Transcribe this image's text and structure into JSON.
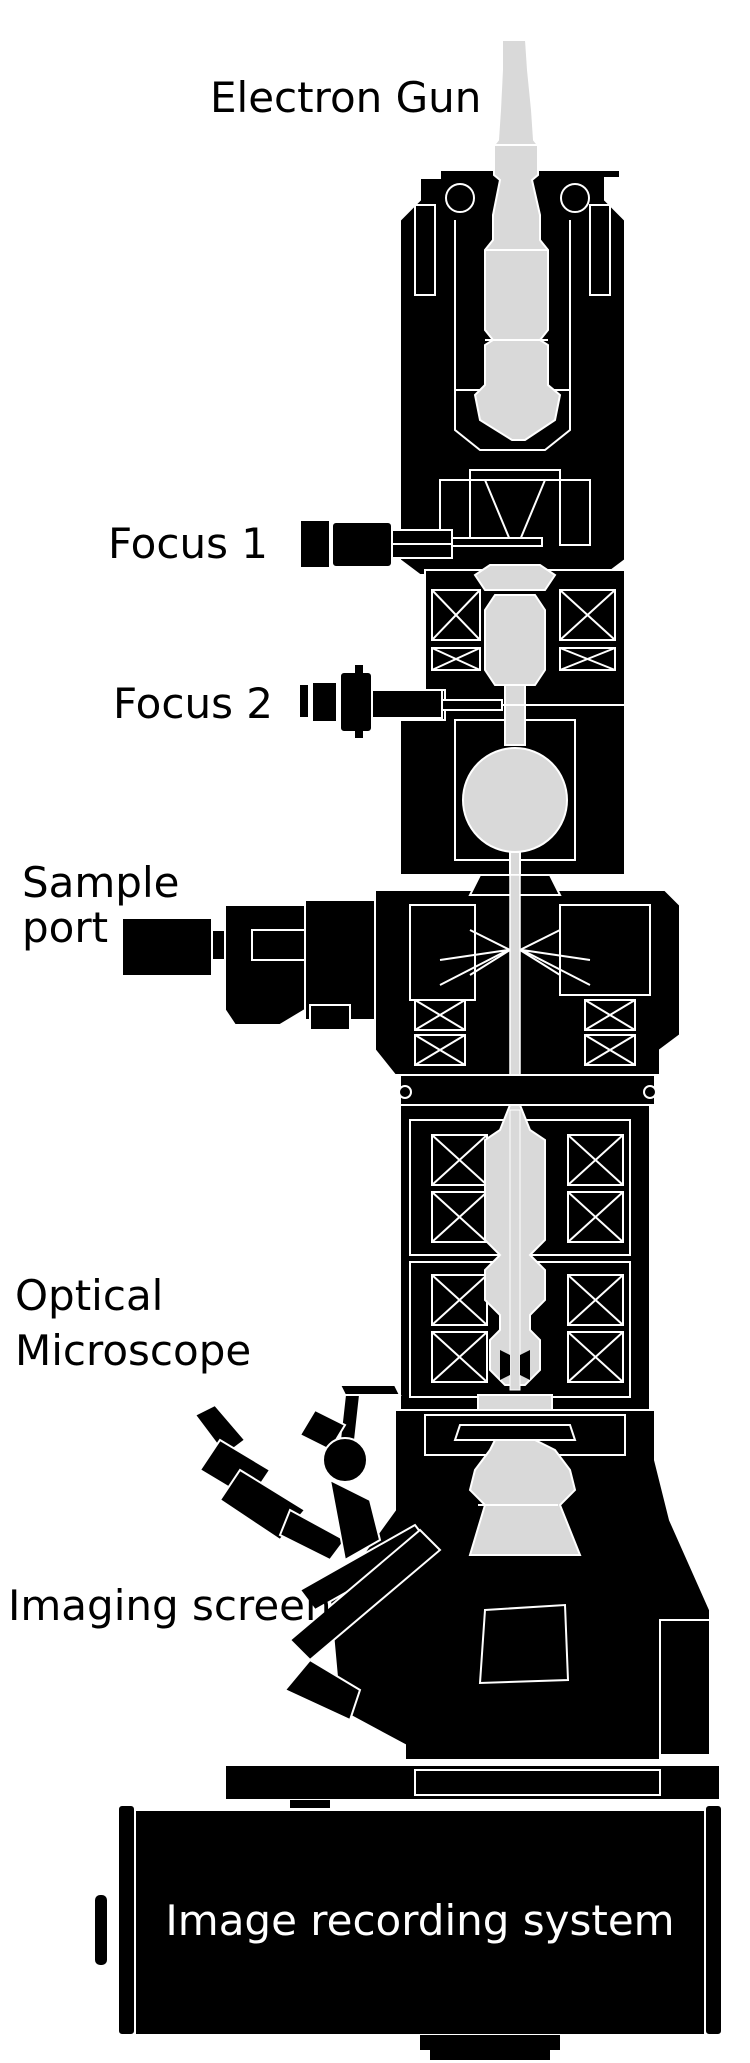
{
  "labels": {
    "electron_gun": "Electron Gun",
    "focus_1": "Focus 1",
    "focus_2": "Focus 2",
    "sample_port_line1": "Sample",
    "sample_port_line2": "port",
    "optical_microscope_line1": "Optical",
    "optical_microscope_line2": "Microscope",
    "imaging_screen": "Imaging screen",
    "image_recording_system": "Image recording system"
  },
  "colors": {
    "body": "#000000",
    "beam": "#d9d9d9",
    "background": "#ffffff",
    "outline": "#ffffff"
  }
}
